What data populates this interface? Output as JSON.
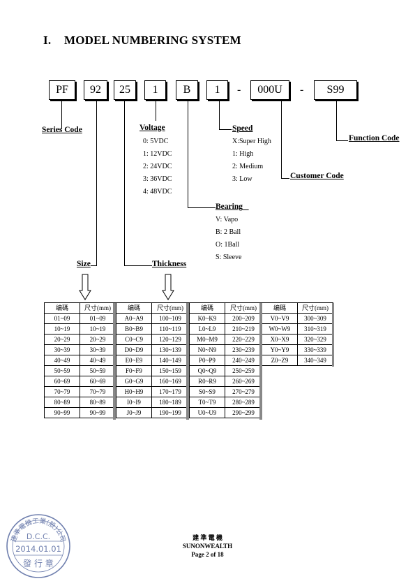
{
  "heading": {
    "number": "I.",
    "text": "MODEL NUMBERING SYSTEM"
  },
  "model_parts": [
    "PF",
    "92",
    "25",
    "1",
    "B",
    "1",
    "-",
    "000U",
    "-",
    "S99"
  ],
  "labels": {
    "series": "Series Code",
    "voltage": "Voltage",
    "speed": "Speed",
    "function": "Function Code",
    "customer": "Customer Code",
    "bearing": "Bearing",
    "size": "Size",
    "thickness": "Thickness"
  },
  "voltage_options": [
    "0: 5VDC",
    "1: 12VDC",
    "2: 24VDC",
    "3: 36VDC",
    "4: 48VDC"
  ],
  "speed_options": [
    "X:Super High",
    "1: High",
    "2: Medium",
    "3: Low"
  ],
  "bearing_options": [
    "V: Vapo",
    "B: 2 Ball",
    "O: 1Ball",
    "S: Sleeve"
  ],
  "tables": [
    {
      "headers": [
        "编碼",
        "尺寸(mm)"
      ],
      "rows": [
        [
          "01~09",
          "01~09"
        ],
        [
          "10~19",
          "10~19"
        ],
        [
          "20~29",
          "20~29"
        ],
        [
          "30~39",
          "30~39"
        ],
        [
          "40~49",
          "40~49"
        ],
        [
          "50~59",
          "50~59"
        ],
        [
          "60~69",
          "60~69"
        ],
        [
          "70~79",
          "70~79"
        ],
        [
          "80~89",
          "80~89"
        ],
        [
          "90~99",
          "90~99"
        ]
      ]
    },
    {
      "headers": [
        "编碼",
        "尺寸(mm)"
      ],
      "rows": [
        [
          "A0~A9",
          "100~109"
        ],
        [
          "B0~B9",
          "110~119"
        ],
        [
          "C0~C9",
          "120~129"
        ],
        [
          "D0~D9",
          "130~139"
        ],
        [
          "E0~E9",
          "140~149"
        ],
        [
          "F0~F9",
          "150~159"
        ],
        [
          "G0~G9",
          "160~169"
        ],
        [
          "H0~H9",
          "170~179"
        ],
        [
          "I0~I9",
          "180~189"
        ],
        [
          "J0~J9",
          "190~199"
        ]
      ]
    },
    {
      "headers": [
        "编碼",
        "尺寸(mm)"
      ],
      "rows": [
        [
          "K0~K9",
          "200~209"
        ],
        [
          "L0~L9",
          "210~219"
        ],
        [
          "M0~M9",
          "220~229"
        ],
        [
          "N0~N9",
          "230~239"
        ],
        [
          "P0~P9",
          "240~249"
        ],
        [
          "Q0~Q9",
          "250~259"
        ],
        [
          "R0~R9",
          "260~269"
        ],
        [
          "S0~S9",
          "270~279"
        ],
        [
          "T0~T9",
          "280~289"
        ],
        [
          "U0~U9",
          "290~299"
        ]
      ]
    },
    {
      "headers": [
        "编碼",
        "尺寸(mm)"
      ],
      "rows": [
        [
          "V0~V9",
          "300~309"
        ],
        [
          "W0~W9",
          "310~319"
        ],
        [
          "X0~X9",
          "320~329"
        ],
        [
          "Y0~Y9",
          "330~339"
        ],
        [
          "Z0~Z9",
          "340~349"
        ]
      ]
    }
  ],
  "footer": {
    "company_cn": "建 準 電 機",
    "company_en": "SUNONWEALTH",
    "page": "Page 2 of 18"
  },
  "stamp": {
    "ring_text": "建準電機工業(股)公司",
    "code": "D.C.C.",
    "date": "2014.01.01",
    "bottom": "發 行 章",
    "color": "#6f7fae"
  }
}
